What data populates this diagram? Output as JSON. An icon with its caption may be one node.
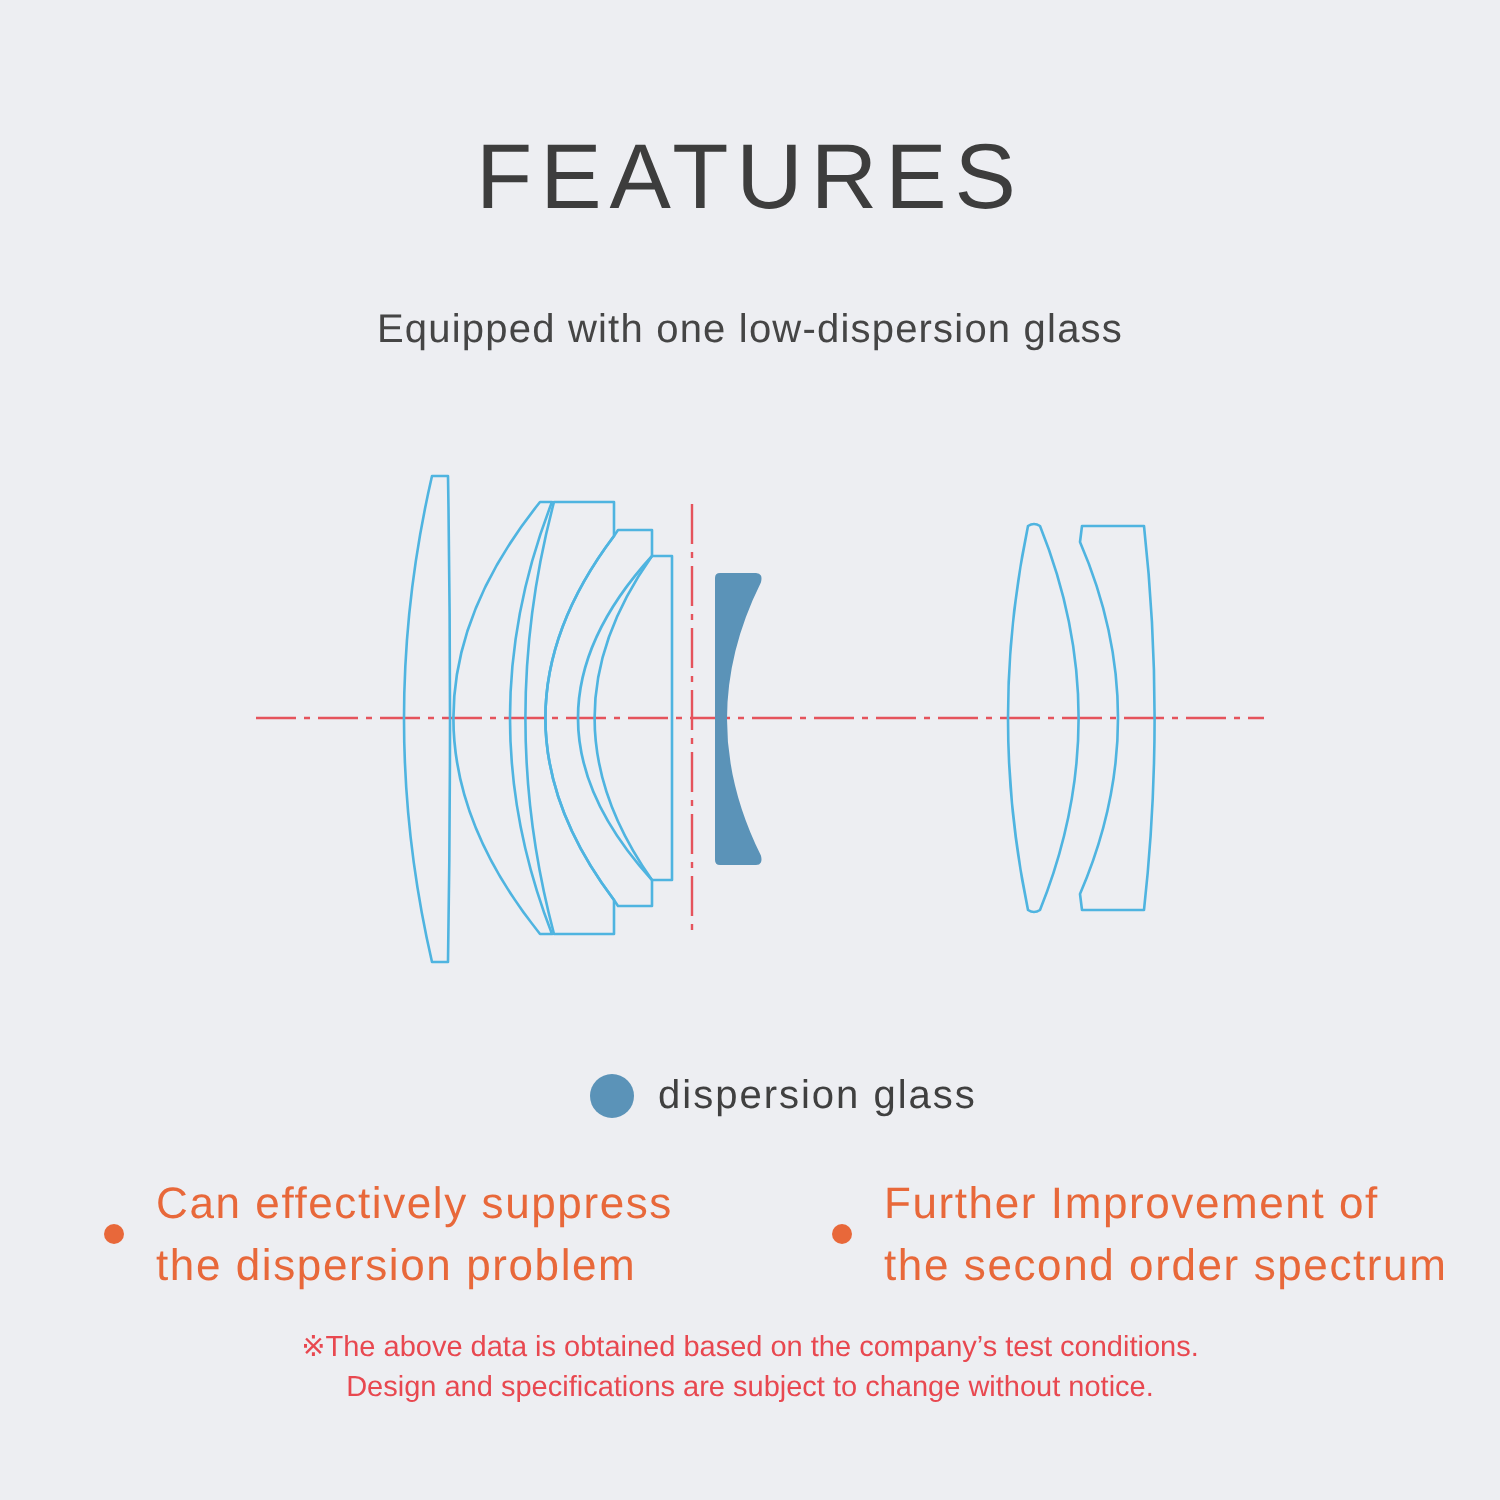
{
  "diagram": {
    "title": "FEATURES",
    "labels": [
      "Equipped with one low-dispersion glass",
      "Can effectively suppress the dispersion problem",
      "Further Improvement of the second order spectrum",
      "※The above data is obtained based on the company’s test conditions. Design and specifications are subject to change without notice."
    ],
    "legend": [
      {
        "text": "dispersion glass",
        "color": "#5b93b8"
      }
    ]
  }
}
